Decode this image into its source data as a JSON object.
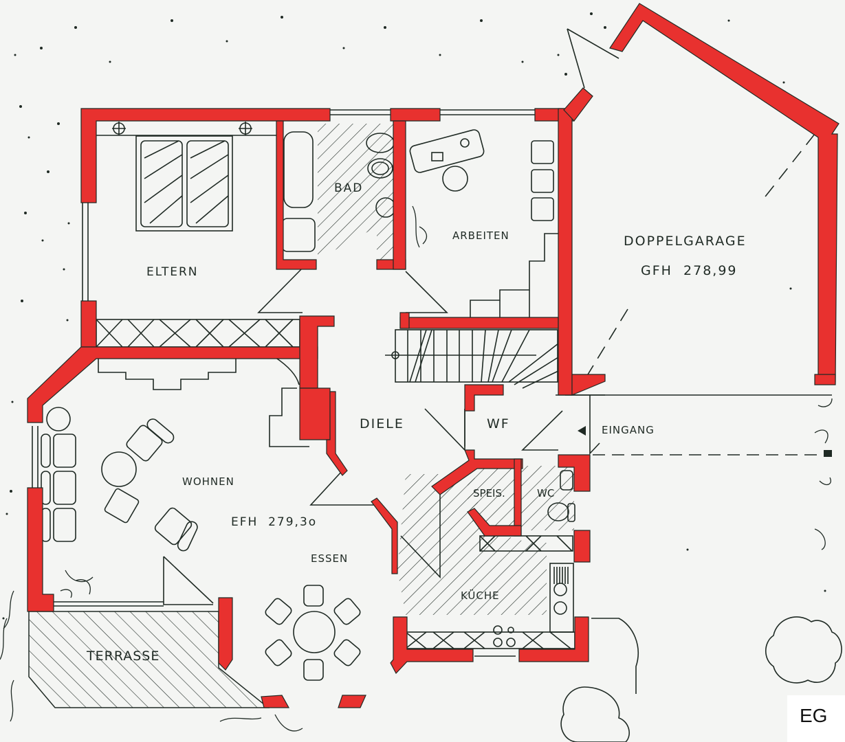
{
  "plan": {
    "level_label": "EG",
    "wall_color": "#e8312f",
    "line_color": "#1f2a24",
    "background": "#f4f5f3"
  },
  "rooms": {
    "eltern": "ELTERN",
    "bad": "BAD",
    "arbeiten": "ARBEITEN",
    "doppelgarage": "DOPPELGARAGE",
    "garage_height": "GFH  278,99",
    "diele": "DIELE",
    "wf": "WF",
    "eingang": "EINGANG",
    "wohnen": "WOHNEN",
    "floor_height": "EFH  279,3o",
    "essen": "ESSEN",
    "speis": "SPEIS.",
    "wc": "WC",
    "kueche": "KÜCHE",
    "terrasse": "TERRASSE"
  }
}
